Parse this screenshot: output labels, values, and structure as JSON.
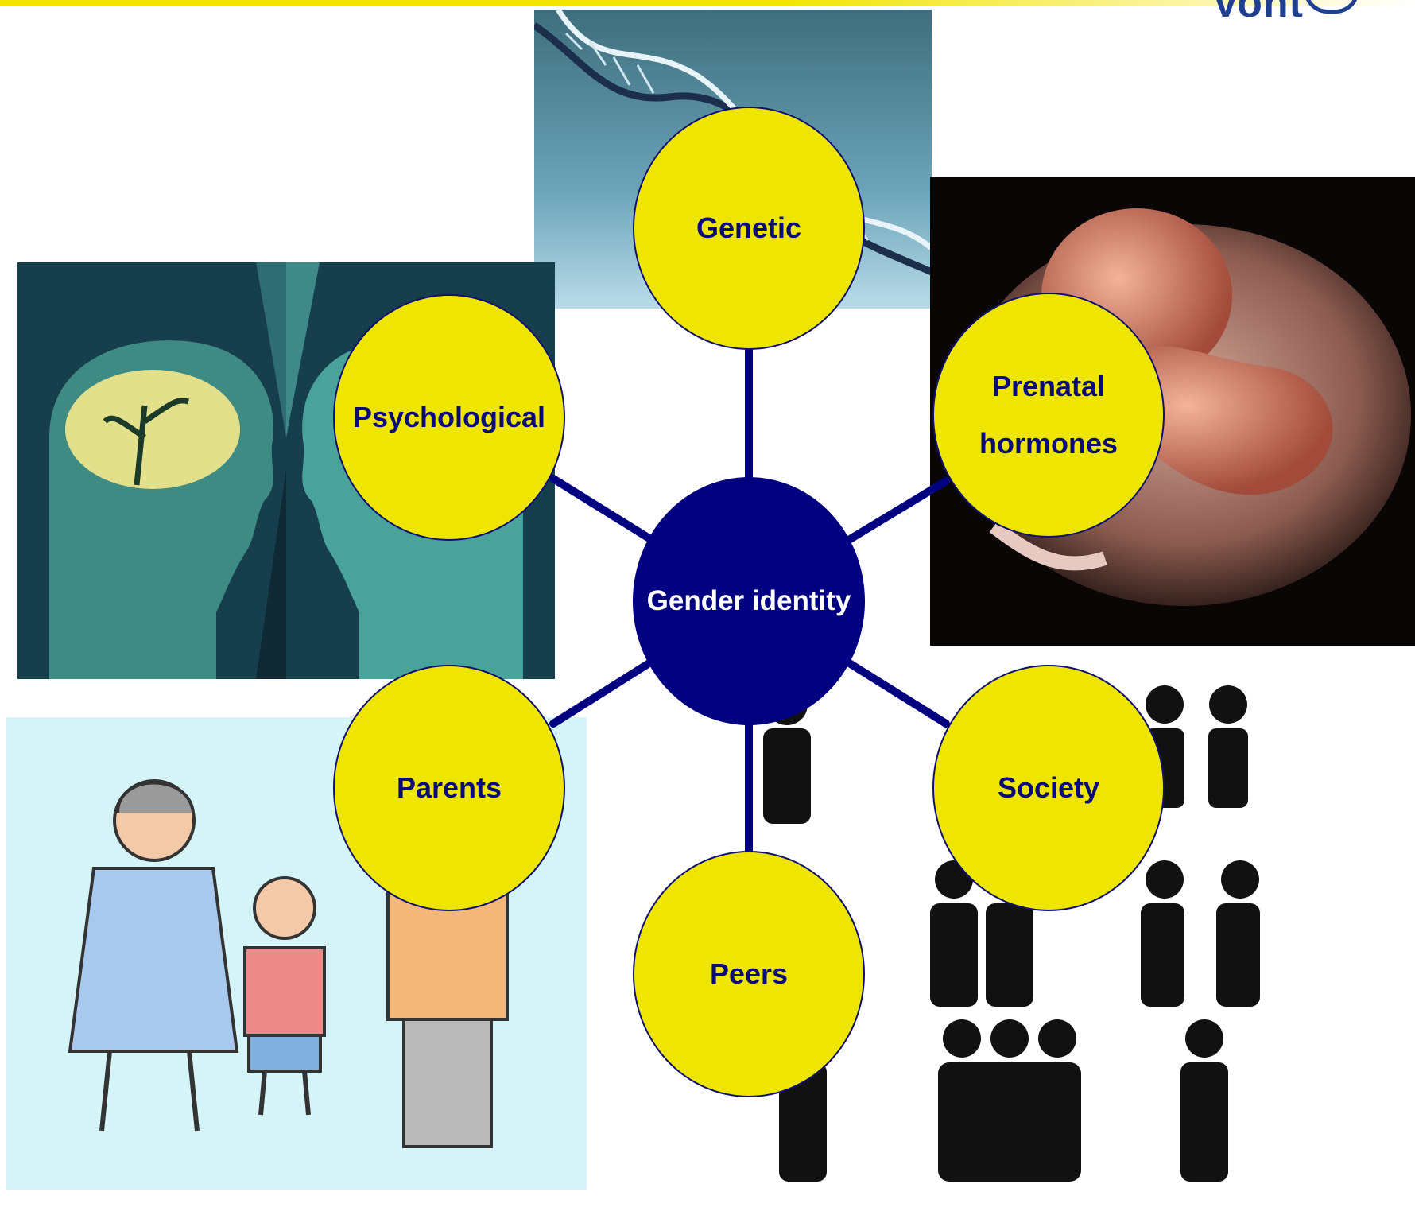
{
  "diagram": {
    "center_label": "Gender identity",
    "nodes": {
      "genetic": "Genetic",
      "prenatal_line1": "Prenatal",
      "prenatal_line2": "hormones",
      "psychological": "Psychological",
      "parents": "Parents",
      "society": "Society",
      "peers": "Peers"
    }
  },
  "logo": {
    "text": "Vont"
  },
  "colors": {
    "node_fill": "#eee600",
    "node_text": "#0a0a78",
    "center_fill": "#000080",
    "connector": "#000080"
  },
  "images": [
    "dna-helix-image",
    "fetus-image",
    "head-silhouettes-image",
    "family-drawing-image",
    "people-silhouettes-image"
  ]
}
